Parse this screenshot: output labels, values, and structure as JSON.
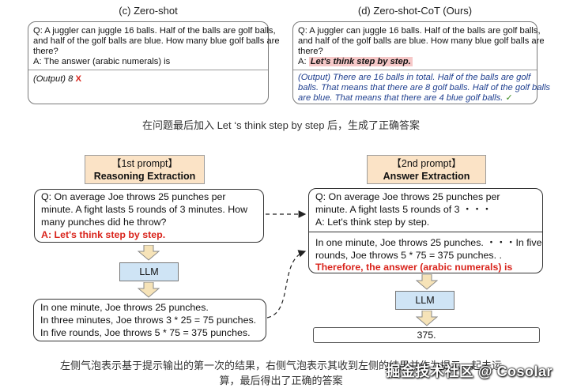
{
  "top": {
    "left_panel": {
      "title": "(c) Zero-shot",
      "q_lines": [
        "Q: A juggler can juggle 16 balls. Half of the balls are golf balls,",
        "and half of the golf balls are blue. How many blue golf balls are",
        "there?"
      ],
      "a_line": "A: The answer (arabic numerals) is",
      "output_label": "(Output) 8",
      "output_mark": "X"
    },
    "right_panel": {
      "title": "(d) Zero-shot-CoT (Ours)",
      "q_lines": [
        "Q: A juggler can juggle 16 balls. Half of the balls are golf balls,",
        "and half of the golf balls are blue. How many blue golf balls are",
        "there?"
      ],
      "a_prefix": "A:",
      "a_highlight": "Let's think step by step.",
      "output_lines": [
        "(Output) There are 16 balls in total. Half of the balls are golf",
        "balls. That means that there are 8 golf balls. Half of the golf balls",
        "are blue. That means that there are 4 blue golf balls."
      ],
      "output_mark": "✓"
    },
    "caption": "在问题最后加入 Let ‘s think step by step 后，生成了正确答案"
  },
  "prompt1": {
    "header_line1": "【1st prompt】",
    "header_line2": "Reasoning Extraction",
    "q_lines": [
      "Q: On average Joe throws 25 punches per",
      "minute.  A fight lasts 5 rounds of 3 minutes.  How",
      "many punches did he throw?"
    ],
    "a_line": "A: Let's think step by step.",
    "llm_label": "LLM",
    "out_lines": [
      "In one minute, Joe throws 25 punches.",
      "In three minutes, Joe throws 3 * 25 = 75 punches.",
      "In five rounds, Joe throws 5 * 75 = 375 punches."
    ]
  },
  "prompt2": {
    "header_line1": "【2nd prompt】",
    "header_line2": "Answer Extraction",
    "q_lines": [
      "Q: On average Joe throws 25 punches per",
      "minute.  A fight lasts 5 rounds of 3 ・・・",
      "A: Let's think step by step."
    ],
    "r_lines": [
      "In one minute, Joe throws 25 punches. ・・・In five",
      "rounds, Joe throws 5 * 75 = 375 punches. ."
    ],
    "r_red": "Therefore, the answer (arabic numerals) is",
    "llm_label": "LLM",
    "result": "375."
  },
  "bottom_caption": [
    "左侧气泡表示基于提示输出的第一次的结果，右侧气泡表示其收到左侧的结果并作为提示一起去运",
    "算，最后得出了正确的答案"
  ],
  "watermark": "掘金技术社区 @ Cosolar",
  "colors": {
    "prompt_fill": "#fbe3c6",
    "llm_fill": "#cfe4f5",
    "red": "#d9241c",
    "highlight": "#f6c8c8",
    "output_blue": "#1f3f8f",
    "check_green": "#3b8a1e"
  }
}
